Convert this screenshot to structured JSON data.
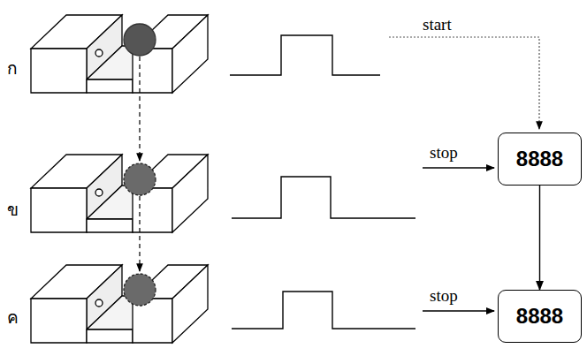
{
  "diagram": {
    "nodes": [
      {
        "text": [
          "8888"
        ]
      },
      {
        "text": [
          "8888"
        ]
      }
    ],
    "edges": [
      {
        "from": 0,
        "to": 1,
        "arrow": "to"
      }
    ],
    "labels": [
      "ก",
      "ข",
      "ค",
      "start",
      "stop",
      "stop"
    ]
  }
}
